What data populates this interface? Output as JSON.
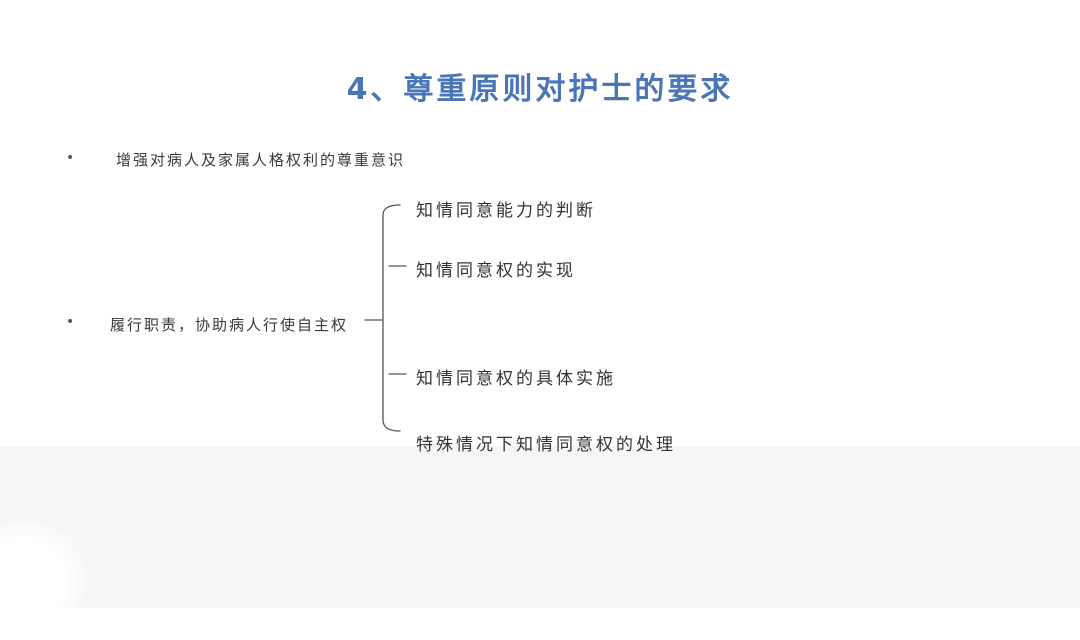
{
  "slide": {
    "title": "4、尊重原则对护士的要求",
    "bullet_glyph": "•",
    "points": [
      "增强对病人及家属人格权利的尊重意识",
      "履行职责，协助病人行使自主权"
    ],
    "branches": [
      "知情同意能力的判断",
      "知情同意权的实现",
      "知情同意权的具体实施",
      "特殊情况下知情同意权的处理"
    ]
  },
  "colors": {
    "title": "#4a76b8",
    "text": "#333333",
    "footer_band": "#f6f6f8"
  }
}
